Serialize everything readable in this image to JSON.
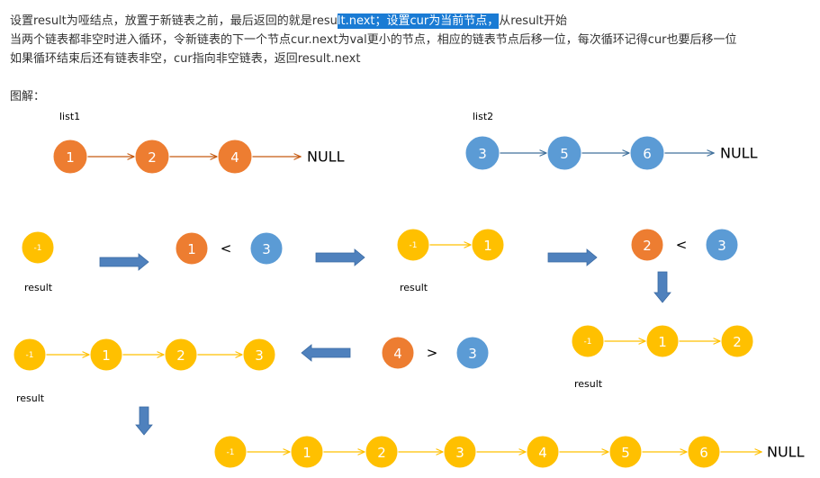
{
  "description": {
    "line1": {
      "before": "设置result为哑结点，放置于新链表之前，最后返回的就是resu",
      "selected": "lt.next；设置cur为当前节点，",
      "after": "从result开始"
    },
    "line2": "当两个链表都非空时进入循环，令新链表的下一个节点cur.next为val更小的节点，相应的链表节点后移一位，每次循环记得cur也要后移一位",
    "line3": "如果循环结束后还有链表非空，cur指向非空链表，返回result.next"
  },
  "graphic_label": "图解：",
  "diagram": {
    "list1_label": "list1",
    "list2_label": "list2",
    "null_text": "NULL",
    "dummy_text": "-1",
    "result_label": "result",
    "less_than": "<",
    "greater_than": ">",
    "list1_values": [
      "1",
      "2",
      "4"
    ],
    "list2_values": [
      "3",
      "5",
      "6"
    ],
    "step1_compare": [
      "1",
      "3"
    ],
    "step2_chain": [
      "-1",
      "1"
    ],
    "step2_compare": [
      "2",
      "3"
    ],
    "step3_chain": [
      "-1",
      "1",
      "2"
    ],
    "step4_compare": [
      "4",
      "3"
    ],
    "step4_chain": [
      "-1",
      "1",
      "2",
      "3"
    ],
    "final_chain": [
      "-1",
      "1",
      "2",
      "3",
      "4",
      "5",
      "6"
    ],
    "colors": {
      "orange": "#ed7d31",
      "blue": "#5b9bd5",
      "yellow": "#ffc000",
      "link_orange": "#c55a11",
      "link_blue": "#41719c",
      "link_yellow": "#ffc000",
      "block_arrow": "#4f81bd"
    }
  }
}
